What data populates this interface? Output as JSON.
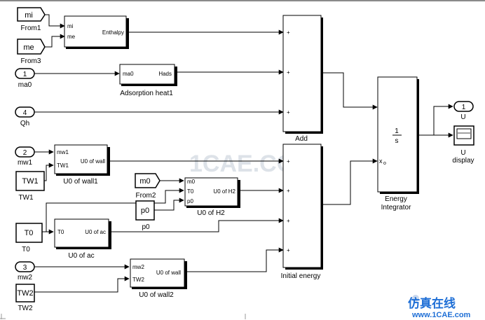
{
  "colors": {
    "line": "#000000",
    "block_fill": "#ffffff",
    "shadow": "#000000",
    "watermark": "#d9dde3",
    "brand_blue": "#1f6fd6"
  },
  "ports": {
    "from_mi": {
      "tag": "mi",
      "label": "From1"
    },
    "from_me": {
      "tag": "me",
      "label": "From3"
    },
    "in_ma0": {
      "num": "1",
      "label": "ma0"
    },
    "in_qh": {
      "num": "4",
      "label": "Qh"
    },
    "in_mw1": {
      "num": "2",
      "label": "mw1"
    },
    "const_tw1": {
      "text": "TW1",
      "label": "TW1"
    },
    "from_m0": {
      "tag": "m0",
      "label": "From2"
    },
    "const_p0": {
      "text": "p0",
      "label": "p0"
    },
    "const_t0": {
      "text": "T0",
      "label": "T0"
    },
    "in_mw2": {
      "num": "3",
      "label": "mw2"
    },
    "const_tw2": {
      "text": "TW2",
      "label": "TW2"
    },
    "out_u": {
      "num": "1",
      "label": "U"
    }
  },
  "blocks": {
    "enthalpy": {
      "in1": "mi",
      "in2": "me",
      "out": "Enthalpy"
    },
    "ads_heat": {
      "in": "ma0",
      "out": "Hads",
      "label": "Adsorption heat1"
    },
    "u0_wall1": {
      "in1": "mw1",
      "in2": "TW1",
      "out": "U0 of wall",
      "label": "U0 of wall1"
    },
    "u0_h2": {
      "in1": "m0",
      "in2": "T0",
      "in3": "p0",
      "out": "U0 of H2",
      "label": "U0 of H2"
    },
    "u0_ac": {
      "in": "T0",
      "out": "U0 of ac",
      "label": "U0 of ac"
    },
    "u0_wall2": {
      "in1": "mw2",
      "in2": "TW2",
      "out": "U0 of wall",
      "label": "U0 of wall2"
    },
    "add": {
      "label": "Add",
      "sign": "+"
    },
    "init_energy": {
      "label": "Initial energy",
      "sign": "+"
    },
    "integrator": {
      "num": "1",
      "den": "s",
      "ic": "x",
      "ic_sub": "o",
      "label1": "Energy",
      "label2": "Integrator"
    },
    "display": {
      "label1": "U",
      "label2": "display"
    }
  },
  "watermark": {
    "main": "1CAE.COM",
    "brand_cn": "仿真在线",
    "brand_url": "www.1CAE.com"
  }
}
